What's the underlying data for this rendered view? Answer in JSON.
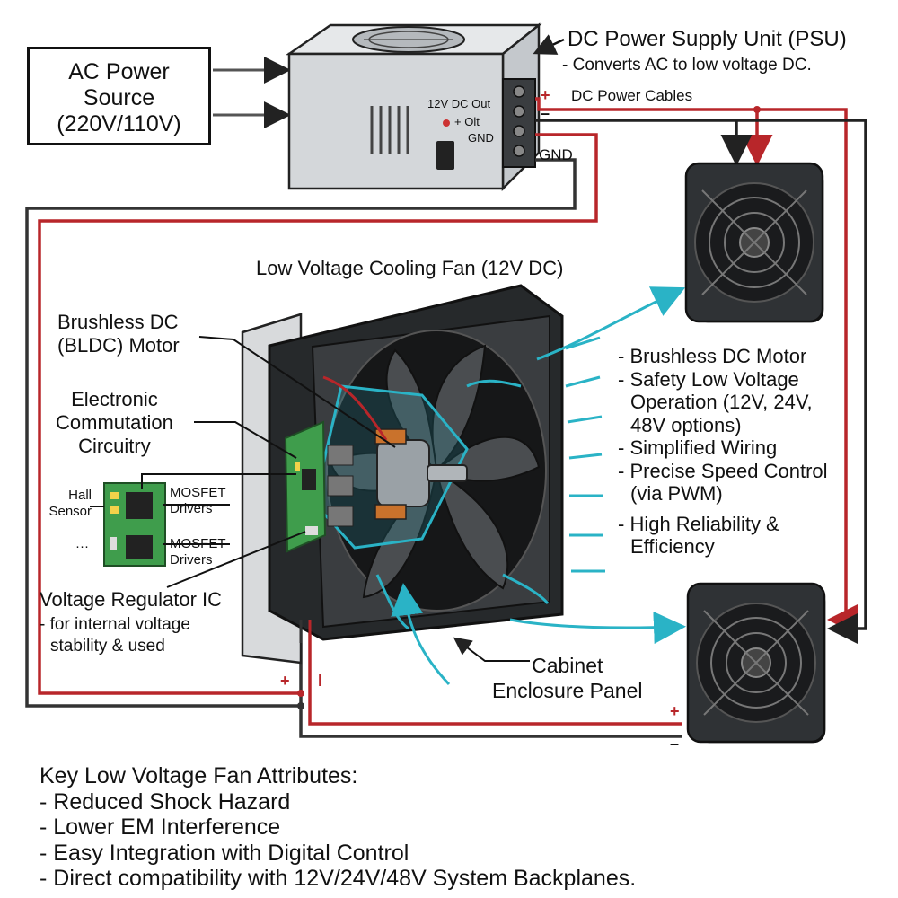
{
  "ac_source": {
    "lines": [
      "AC Power",
      "Source",
      "(220V/110V)"
    ]
  },
  "psu": {
    "title": "DC Power Supply Unit (PSU)",
    "subtitle": "- Converts AC to low voltage DC.",
    "terminal_labels": [
      "12V DC Out",
      "+ Olt",
      "GND",
      "–"
    ],
    "cables_label": "DC Power Cables",
    "gnd_label": "GND",
    "plus_sign": "+",
    "minus_sign": "–"
  },
  "fan": {
    "title": "Low Voltage Cooling Fan (12V DC)",
    "motor_label": [
      "Brushless DC",
      "(BLDC) Motor"
    ],
    "commutation_label": [
      "Electronic",
      "Commutation",
      "Circuitry"
    ],
    "hall_sensor": [
      "Hall",
      "Sensor"
    ],
    "ellipsis": "···",
    "mosfet_1": [
      "MOSFET",
      "Drivers"
    ],
    "mosfet_2": [
      "MOSFET",
      "Drivers"
    ],
    "regulator_title": "Voltage Regulator IC",
    "regulator_sub": [
      "- for internal voltage",
      "stability & used"
    ],
    "cabinet_label": [
      "Cabinet",
      "Enclosure Panel"
    ],
    "bottom_plus": "+",
    "bottom_minus": "I"
  },
  "features": [
    "- Brushless DC Motor",
    "- Safety Low Voltage",
    "  Operation (12V, 24V,",
    "  48V options)",
    "- Simplified Wiring",
    "- Precise Speed Control",
    "  (via PWM)",
    "- High Reliability &",
    "  Efficiency"
  ],
  "right_fan_signs": {
    "plus": "+",
    "minus": "–"
  },
  "attributes": {
    "heading": "Key Low Voltage Fan Attributes:",
    "items": [
      "- Reduced Shock Hazard",
      "- Lower EM Interference",
      "- Easy Integration with Digital Control",
      "- Direct compatibility with 12V/24V/48V System Backplanes."
    ]
  },
  "colors": {
    "positive_wire": "#b8262a",
    "ground_wire": "#333333",
    "airflow": "#2ab3c6",
    "pcb": "#3f9d4c",
    "fan_body": "#2f3235"
  }
}
